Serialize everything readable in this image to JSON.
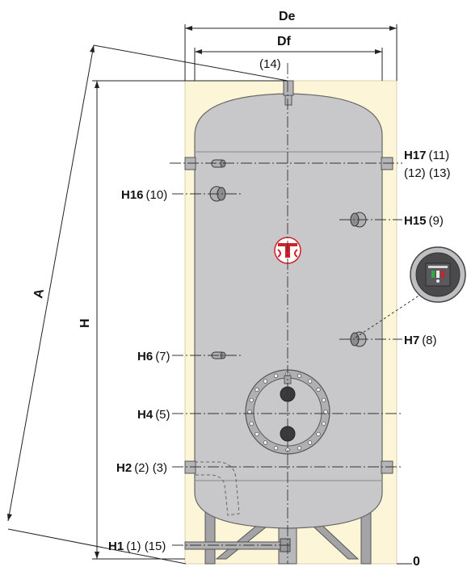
{
  "dimensions": {
    "de": "De",
    "df": "Df",
    "h": "H",
    "a": "A",
    "top_ref": "(14)",
    "zero": "0"
  },
  "connections": {
    "h17": {
      "code": "H17",
      "ref": "(11)",
      "ref2": "(12) (13)"
    },
    "h16": {
      "code": "H16",
      "ref": "(10)"
    },
    "h15": {
      "code": "H15",
      "ref": "(9)"
    },
    "h7": {
      "code": "H7",
      "ref": "(8)"
    },
    "h6": {
      "code": "H6",
      "ref": "(7)"
    },
    "h4": {
      "code": "H4",
      "ref": "(5)"
    },
    "h2": {
      "code": "H2",
      "ref": "(2) (3)"
    },
    "h1": {
      "code": "H1",
      "ref": "(1) (15)"
    }
  },
  "colors": {
    "insulation": "#fdf5d8",
    "tank": "#c8c8ca",
    "flange": "#b0b0b3",
    "legs": "#a4a4a7",
    "logo": "#d0202a"
  }
}
